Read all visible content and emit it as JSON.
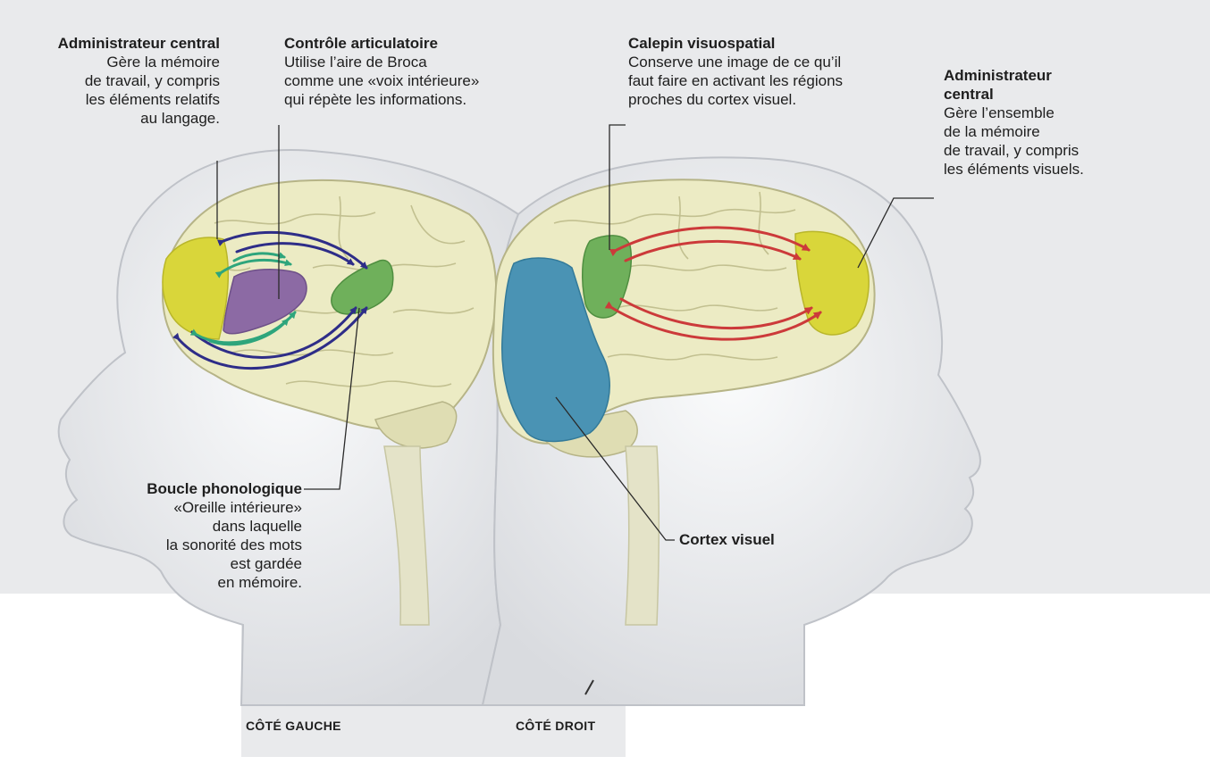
{
  "labels": {
    "admin_left": {
      "title": "Administrateur central",
      "text": "Gère la mémoire\nde travail, y compris\nles éléments relatifs\nau langage."
    },
    "articulatory": {
      "title": "Contrôle articulatoire",
      "text": "Utilise l’aire de Broca\ncomme une «voix intérieure»\nqui répète les informations."
    },
    "visuospatial": {
      "title": "Calepin visuospatial",
      "text": "Conserve une image de ce qu’il\nfaut faire en activant les régions\nproches du cortex visuel."
    },
    "admin_right": {
      "title": "Administrateur\ncentral",
      "text": "Gère l’ensemble\nde la mémoire\nde travail, y compris\nles éléments visuels."
    },
    "phonological": {
      "title": "Boucle phonologique",
      "text": "«Oreille intérieure»\ndans laquelle\nla sonorité des mots\nest gardée\nen mémoire."
    },
    "visual_cortex": {
      "title": "Cortex visuel"
    }
  },
  "captions": {
    "left": "CÔTÉ GAUCHE",
    "right": "CÔTÉ DROIT"
  },
  "colors": {
    "background": "#e9eaec",
    "head": "#f3f4f6",
    "brain": "#ecebc4",
    "brain_line": "#b6b487",
    "executive": "#d9d63a",
    "phonological": "#8c6aa4",
    "articulatory": "#6fb05b",
    "visuospatial": "#6fb05b",
    "visual_cortex": "#4a93b4",
    "arrow_purple": "#2e2d88",
    "arrow_green": "#2ea57c",
    "arrow_red": "#cc3a3a"
  }
}
